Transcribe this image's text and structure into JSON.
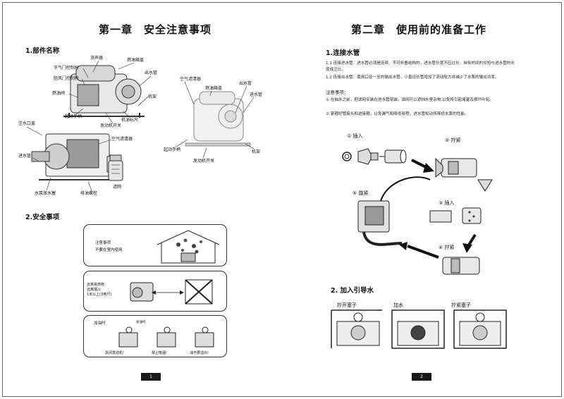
{
  "left_page": {
    "chapter_title": "第一章　安全注意事项",
    "parts": {
      "heading": "1.部件名称",
      "labels": {
        "muffler": "消声器",
        "fuel_tank_cap": "燃油箱盖",
        "throttle_lever": "节气门控制杆",
        "choke_lever": "阻风门控制杆",
        "outlet_top": "出水管",
        "fuel_valve": "燃油阀",
        "frame": "机架",
        "starter_handle": "起动手柄",
        "engine_switch": "发动机开关",
        "oil_dipstick": "机油标尺",
        "air_cleaner": "空气滤清器",
        "fill_cap": "注水口盖",
        "inlet": "进水管",
        "drain_plug": "水泵放水塞",
        "drain_bolt": "排油螺栓",
        "strainer": "滤网",
        "r_air_cleaner": "空气滤清器",
        "r_fuel_tank_cap": "燃油箱盖",
        "r_outlet": "出水管",
        "r_inlet": "进水管",
        "r_starter_handle": "起动手柄",
        "r_frame": "机架",
        "r_engine_switch": "发动机开关"
      }
    },
    "safety": {
      "heading": "2.安全事项",
      "box1_title": "注意事项",
      "box1_text": "不要在室内使用",
      "box2_line1": "远离易燃物",
      "box2_line2": "远离烟火",
      "box2_line3": "1米以上(3英尺)",
      "box3_title": "加油时",
      "box3_sub": "加油时",
      "box3_caption1": "关闭发动机!",
      "box3_caption2": "禁止吸烟!",
      "box3_caption3": "油不要溢出!"
    },
    "page_number": "1"
  },
  "right_page": {
    "chapter_title": "第二章　使用前的准备工作",
    "connect": {
      "heading": "1.连接水管",
      "p1": "1.1 连接进水管：进水管必须是连续、不可折叠结构的，进水管长度不应过长，自吸时间的长短与进水管的长度成正比。",
      "p2": "1.2 连接出水管：使用口径一至的输出水管，小直径长管增加了流动阻力并减少了水泵的输出功率。",
      "notes_title": "注意事项：",
      "note1": "① 在抽水之前，把滤网安装在进水管尾端，滤网可以遮挡水里杂物,以免将引起堵塞及损坏叶轮。",
      "note2": "② 紧箍好管接头和进接箍，以免漏气和降低吸程，进水管松动将降低水泵的性能。",
      "step1": "插入",
      "step2": "拧紧",
      "step3": "插入",
      "step4": "拧紧",
      "step5": "旋紧",
      "n1": "①",
      "n2": "②",
      "n3": "③",
      "n4": "④",
      "n5": "⑤"
    },
    "priming": {
      "heading": "2. 加入引导水",
      "label1": "拧开塞子",
      "label2": "加水",
      "label3": "拧紧塞子"
    },
    "page_number": "2"
  }
}
